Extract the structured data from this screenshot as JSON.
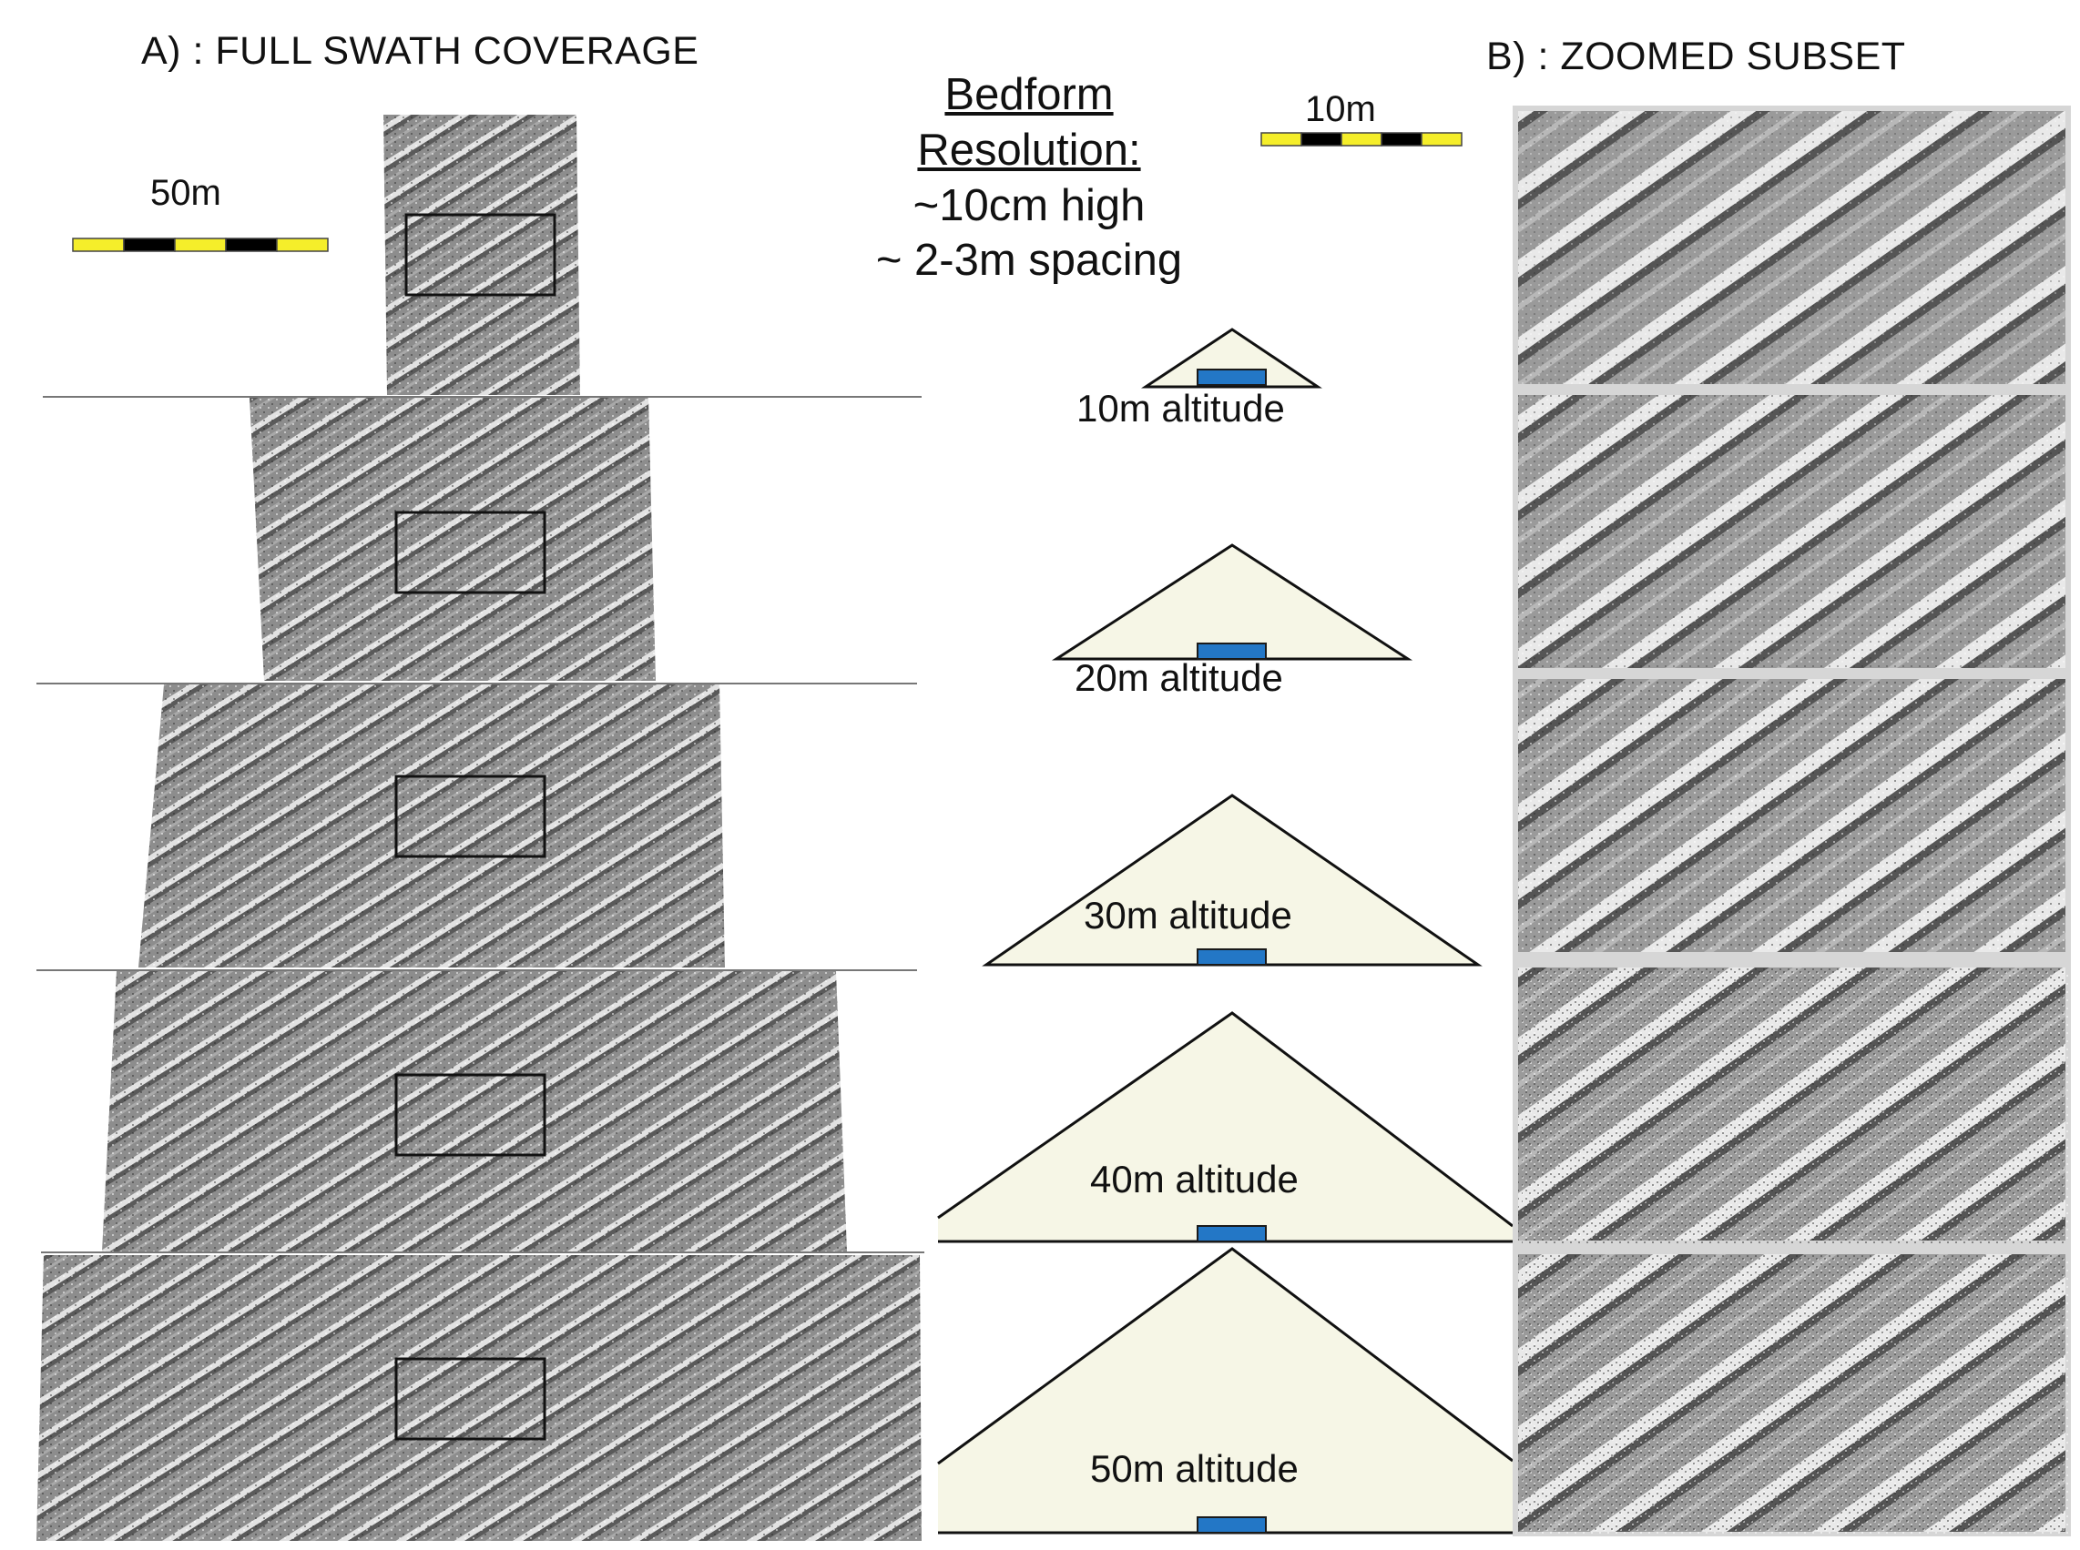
{
  "panel_a": {
    "heading": "A) : FULL SWATH COVERAGE",
    "scale_bar": {
      "label": "50m"
    }
  },
  "panel_b": {
    "heading": "B) : ZOOMED SUBSET",
    "scale_bar": {
      "label": "10m"
    }
  },
  "resolution": {
    "title_line1": "Bedform",
    "title_line2": "Resolution:",
    "height_text": "~10cm high",
    "spacing_text": "~ 2-3m spacing"
  },
  "altitudes": [
    {
      "label": "10m altitude"
    },
    {
      "label": "20m altitude"
    },
    {
      "label": "30m altitude"
    },
    {
      "label": "40m altitude"
    },
    {
      "label": "50m altitude"
    }
  ],
  "colors": {
    "scale_yellow": "#f5ee2a",
    "scale_black": "#000000",
    "triangle_fill": "#f6f6e6",
    "sensor_blue": "#2377c6",
    "seabed_gray": "#8f8f8f"
  }
}
